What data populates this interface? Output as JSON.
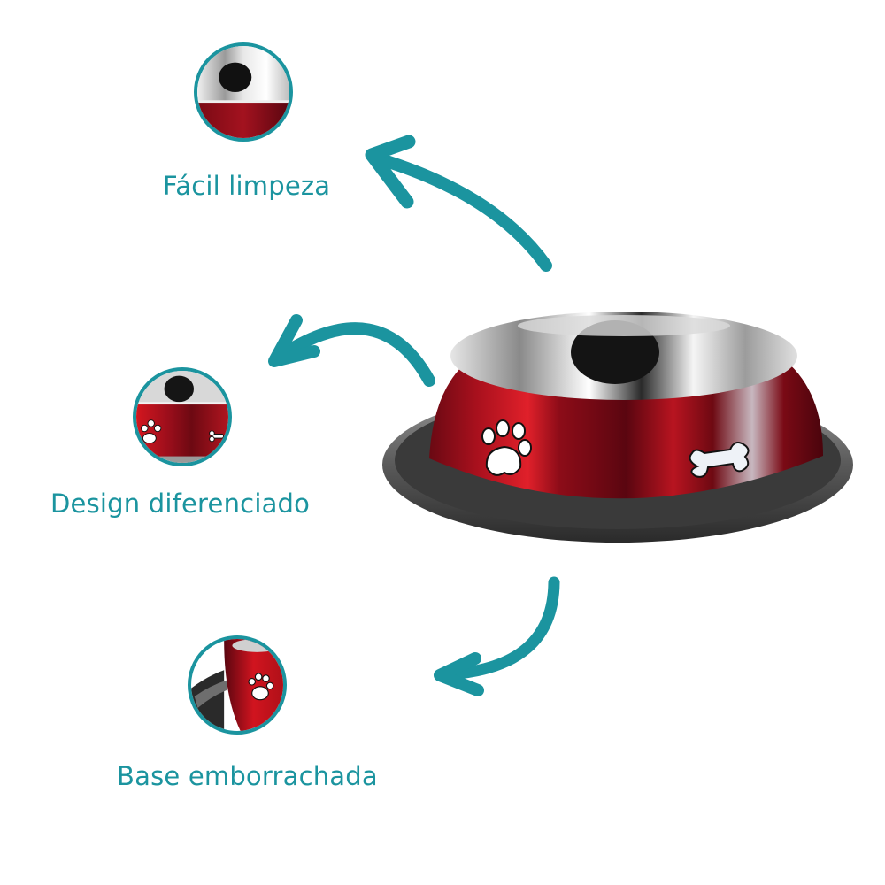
{
  "theme": {
    "accent": "#1b949f",
    "bowl_red": "#b3121c",
    "bowl_dark_red": "#5a0610",
    "steel": "#c9c9c9",
    "rubber_base": "#6b6b6b",
    "background": "#ffffff"
  },
  "features": [
    {
      "label": "Fácil limpeza",
      "thumbnail": "bowl-rim-closeup"
    },
    {
      "label": "Design diferenciado",
      "thumbnail": "bowl-side-paw-bone"
    },
    {
      "label": "Base emborrachada",
      "thumbnail": "bowl-rubber-base-paw"
    }
  ],
  "product": {
    "name": "red-stainless-steel-pet-bowl",
    "decorations": [
      "paw-print",
      "bone"
    ]
  },
  "arrows": [
    {
      "points_to": "Fácil limpeza"
    },
    {
      "points_to": "Design diferenciado"
    },
    {
      "points_to": "Base emborrachada"
    }
  ]
}
